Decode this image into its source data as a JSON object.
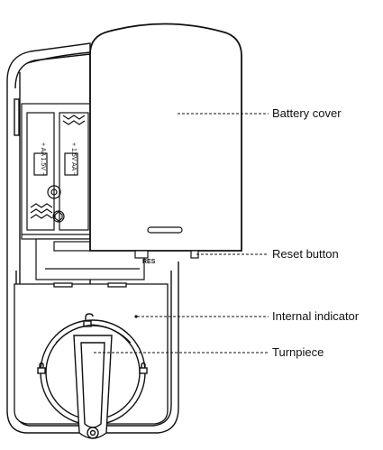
{
  "labels": {
    "battery_cover": "Battery cover",
    "reset_button": "Reset button",
    "internal_indicator": "Internal indicator",
    "turnpiece": "Turnpiece",
    "res_mark": "RES"
  },
  "battery_marks": {
    "left": "+ AA 1.5V −",
    "right": "+ 1.5V AA −"
  },
  "colors": {
    "stroke": "#111111",
    "fill": "#ffffff"
  }
}
